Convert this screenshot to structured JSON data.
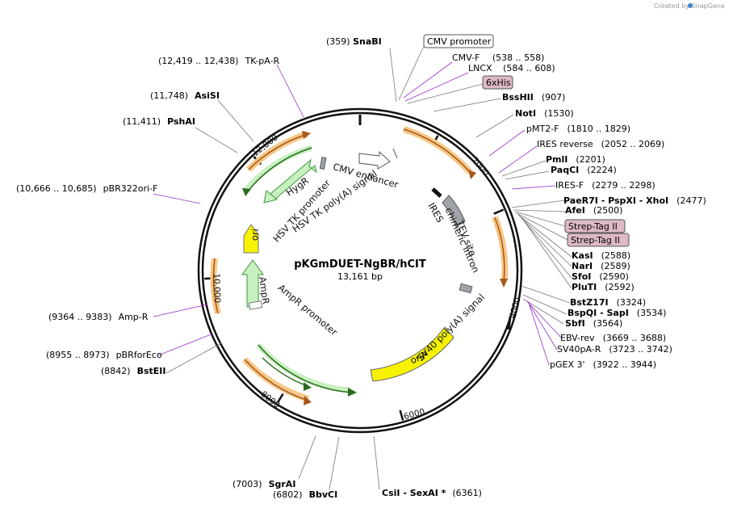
{
  "watermark": "Created by SnapGene",
  "plasmid": {
    "name": "pKGmDUET-NgBR/hCIT",
    "length_label": "13,161 bp"
  },
  "ticks": [
    "2000",
    "4000",
    "6000",
    "8000",
    "10,000",
    "12,000"
  ],
  "top_sites": [
    {
      "pos": "(359)",
      "name": "SnaBI"
    }
  ],
  "right_sites": [
    {
      "name": "BssHII",
      "pos": "(907)"
    },
    {
      "name": "NotI",
      "pos": "(1530)"
    },
    {
      "name": "PmlI",
      "pos": "(2201)"
    },
    {
      "name": "PaqCI",
      "pos": "(2224)"
    },
    {
      "name": "PaeR7I - PspXI - XhoI",
      "pos": "(2477)"
    },
    {
      "name": "AfeI",
      "pos": "(2500)"
    },
    {
      "name": "KasI",
      "pos": "(2588)"
    },
    {
      "name": "NarI",
      "pos": "(2589)"
    },
    {
      "name": "SfoI",
      "pos": "(2590)"
    },
    {
      "name": "PluTI",
      "pos": "(2592)"
    },
    {
      "name": "BstZ17I",
      "pos": "(3324)"
    },
    {
      "name": "BspQI - SapI",
      "pos": "(3534)"
    },
    {
      "name": "SbfI",
      "pos": "(3564)"
    }
  ],
  "right_primers": [
    {
      "name": "pMT2-F",
      "range": "(1810 .. 1829)"
    },
    {
      "name": "IRES reverse",
      "range": "(2052 .. 2069)"
    },
    {
      "name": "IRES-F",
      "range": "(2279 .. 2298)"
    },
    {
      "name": "EBV-rev",
      "range": "(3669 .. 3688)"
    },
    {
      "name": "SV40pA-R",
      "range": "(3723 .. 3742)"
    },
    {
      "name": "pGEX 3'",
      "range": "(3922 .. 3944)"
    }
  ],
  "top_primers": [
    {
      "name": "CMV-F",
      "range": "(538 .. 558)"
    },
    {
      "name": "LNCX",
      "range": "(584 .. 608)"
    }
  ],
  "boxed_labels": [
    "CMV promoter",
    "6xHis",
    "Strep-Tag II",
    "Strep-Tag II"
  ],
  "left_sites": [
    {
      "pos": "(11,748)",
      "name": "AsiSI"
    },
    {
      "pos": "(11,411)",
      "name": "PshAI"
    },
    {
      "pos": "(8842)",
      "name": "BstEII"
    }
  ],
  "left_primers": [
    {
      "range": "(12,419 .. 12,438)",
      "name": "TK-pA-R"
    },
    {
      "range": "(10,666 .. 10,685)",
      "name": "pBR322ori-F"
    },
    {
      "range": "(9364 .. 9383)",
      "name": "Amp-R"
    },
    {
      "range": "(8955 .. 8973)",
      "name": "pBRforEco"
    }
  ],
  "bottom_sites": [
    {
      "pos": "(7003)",
      "name": "SgrAI"
    },
    {
      "pos": "(6802)",
      "name": "BbvCI"
    },
    {
      "name": "CsiI - SexAI *",
      "pos": "(6361)"
    }
  ],
  "features": [
    "CMV enhancer",
    "HygR",
    "HSV TK poly(A) signal",
    "HSV TK promoter",
    "ori",
    "AmpR",
    "AmpR promoter",
    "IRES",
    "TEV site",
    "chimeric intron",
    "SV40 poly(A) signal",
    "oriP"
  ],
  "colors": {
    "primer": "#9b30c8",
    "orf_fill": "#f5c987",
    "orf_stroke": "#a8561a",
    "green_fill": "#c8f0c0",
    "green_stroke": "#3c9a3c",
    "ori_fill": "#f7f300",
    "grey_fill": "#a0a4a8",
    "box_pink": "#ddb9c4"
  }
}
